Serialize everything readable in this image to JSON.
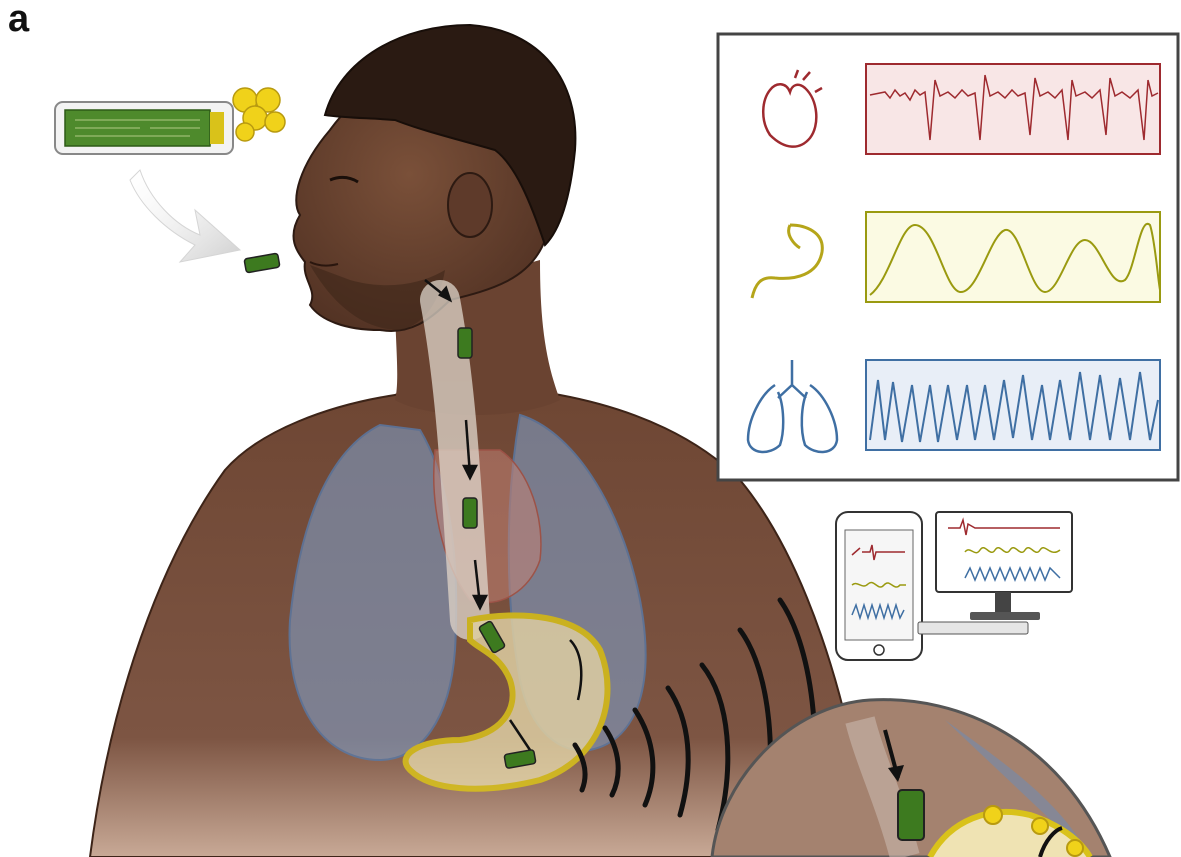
{
  "figure": {
    "panel_label": "a"
  },
  "signals": [
    {
      "organ": "heart-icon",
      "color": "#9e2a2f",
      "panel_fill": "#f8e6e6",
      "waveform": "ecg"
    },
    {
      "organ": "stomach-icon",
      "color": "#9a9a10",
      "panel_fill": "#fbfae3",
      "waveform": "slow-wave"
    },
    {
      "organ": "lungs-icon",
      "color": "#3f6fa3",
      "panel_fill": "#e8eef7",
      "waveform": "respiration"
    }
  ],
  "colors": {
    "skin": "#6b4432",
    "skin_dark": "#4a2c20",
    "hair": "#2a1a12",
    "lung": "#7f9cc4",
    "stomach_outline": "#d9c21a",
    "capsule": "#3d7a1f",
    "wireless_arc": "#111111"
  }
}
